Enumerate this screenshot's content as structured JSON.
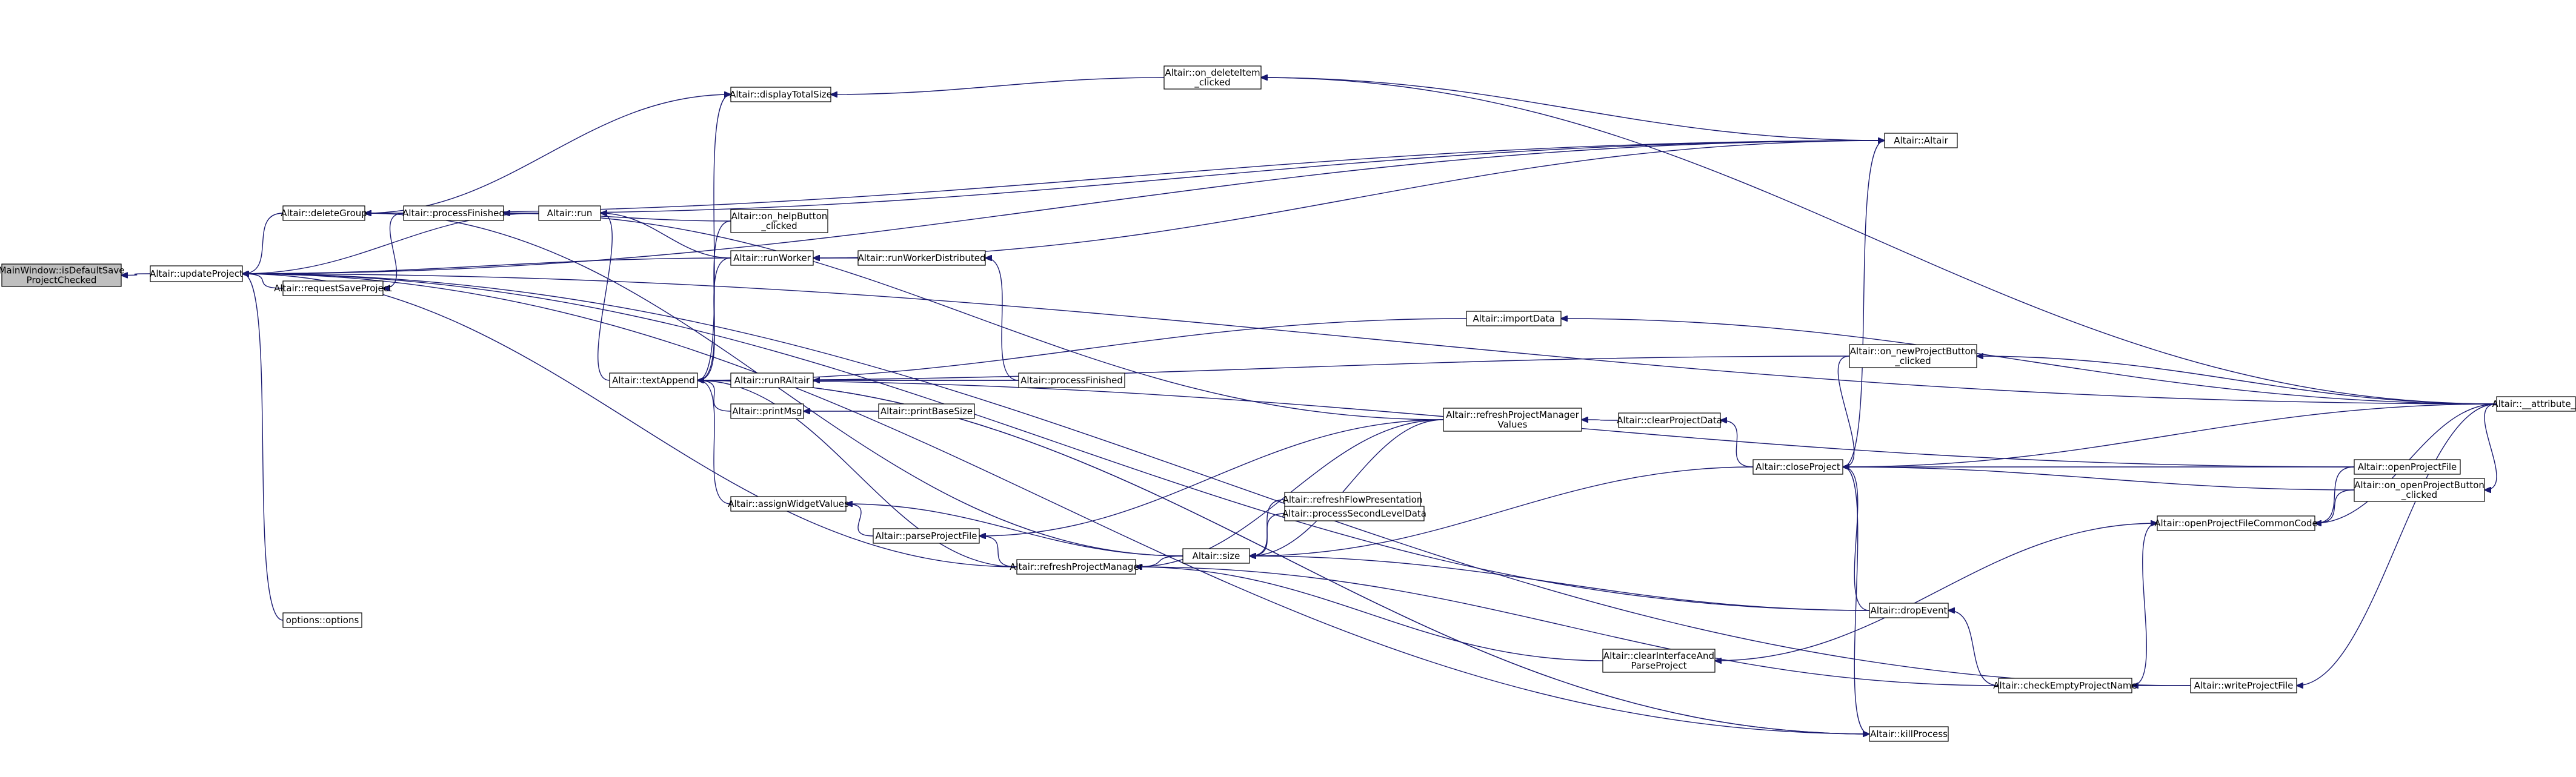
{
  "title": "",
  "colors": {
    "edge": "#191970",
    "node_border": "#000000",
    "root_fill": "#bfbfbf",
    "node_fill": "#ffffff",
    "background": "#ffffff"
  },
  "nodes": {
    "root": [
      "MainWindow::isDefaultSave",
      "ProjectChecked"
    ],
    "updateProject": [
      "Altair::updateProject"
    ],
    "deleteGroup": [
      "Altair::deleteGroup"
    ],
    "requestSaveProject": [
      "Altair::requestSaveProject"
    ],
    "options": [
      "options::options"
    ],
    "processFinished1": [
      "Altair::processFinished"
    ],
    "run": [
      "Altair::run"
    ],
    "displayTotalSize": [
      "Altair::displayTotalSize"
    ],
    "onHelp": [
      "Altair::on_helpButton",
      "_clicked"
    ],
    "runWorker": [
      "Altair::runWorker"
    ],
    "textAppend": [
      "Altair::textAppend"
    ],
    "runRAltair": [
      "Altair::runRAltair"
    ],
    "printMsg": [
      "Altair::printMsg"
    ],
    "assignWidget": [
      "Altair::assignWidgetValues"
    ],
    "parseProjectFile": [
      "Altair::parseProjectFile"
    ],
    "refreshPM": [
      "Altair::refreshProjectManager"
    ],
    "size": [
      "Altair::size"
    ],
    "onDeleteItem": [
      "Altair::on_deleteItem",
      "_clicked"
    ],
    "runWorkerDistributed": [
      "Altair::runWorkerDistributed"
    ],
    "printBaseSize": [
      "Altair::printBaseSize"
    ],
    "processFinished2": [
      "Altair::processFinished"
    ],
    "importData": [
      "Altair::importData"
    ],
    "refreshFlow": [
      "Altair::refreshFlowPresentation"
    ],
    "processSecond": [
      "Altair::processSecondLevelData"
    ],
    "refreshPMValues": [
      "Altair::refreshProjectManager",
      "Values"
    ],
    "clearProjectData": [
      "Altair::clearProjectData"
    ],
    "closeProject": [
      "Altair::closeProject"
    ],
    "clearInterface": [
      "Altair::clearInterfaceAnd",
      "ParseProject"
    ],
    "altair": [
      "Altair::Altair"
    ],
    "onNewProject": [
      "Altair::on_newProjectButton",
      "_clicked"
    ],
    "dropEvent": [
      "Altair::dropEvent"
    ],
    "killProcess": [
      "Altair::killProcess"
    ],
    "checkEmpty": [
      "Altair::checkEmptyProjectName"
    ],
    "openCommon": [
      "Altair::openProjectFileCommonCode"
    ],
    "writeProject": [
      "Altair::writeProjectFile"
    ],
    "openProjectFile": [
      "Altair::openProjectFile"
    ],
    "onOpenProject": [
      "Altair::on_openProjectButton",
      "_clicked"
    ],
    "attribute": [
      "Altair::__attribute__"
    ]
  }
}
